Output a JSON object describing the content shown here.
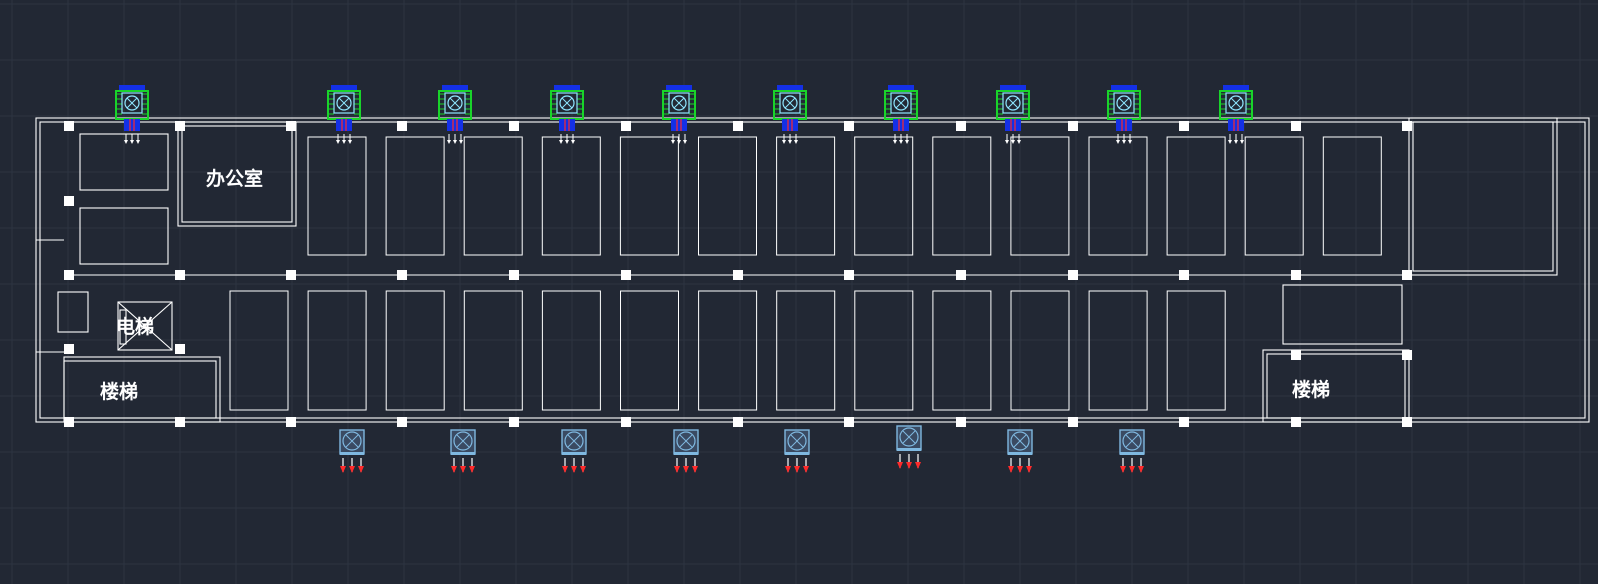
{
  "drawing": {
    "background": "#222834",
    "grid_color": "#2d3441",
    "line_color": "#ffffff"
  },
  "labels": {
    "office": "办公室",
    "elevator": "电梯",
    "stair_left": "楼梯",
    "stair_right": "楼梯"
  },
  "colors": {
    "cooler_green": "#19d42a",
    "cooler_blue": "#1430e6",
    "cooler_cyan": "#8fe6ff",
    "exhaust_body": "#7fb8e0",
    "arrow_red": "#ff2a2a"
  },
  "equipment": {
    "top_unit_icon": "evaporative-cooler-icon",
    "bottom_unit_icon": "exhaust-fan-icon",
    "top_unit_count": 10,
    "bottom_unit_count": 8
  }
}
